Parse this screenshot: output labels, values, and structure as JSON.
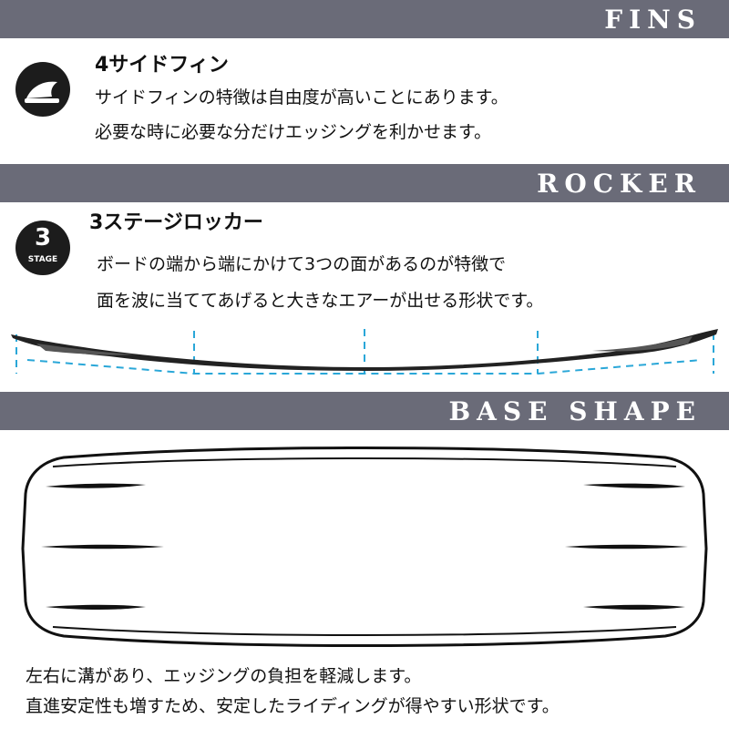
{
  "fins": {
    "section_title": "FINS",
    "heading": "4サイドフィン",
    "lines": [
      "サイドフィンの特徴は自由度が高いことにあります。",
      "必要な時に必要な分だけエッジングを利かせます。"
    ],
    "icon": "fin-icon"
  },
  "rocker": {
    "section_title": "ROCKER",
    "heading": "3ステージロッカー",
    "icon_number": "3",
    "icon_label": "STAGE",
    "lines": [
      "ボードの端から端にかけて3つの面があるのが特徴で",
      "面を波に当ててあげると大きなエアーが出せる形状です。"
    ],
    "guide_color": "#2aa7d8"
  },
  "base_shape": {
    "section_title": "BASE SHAPE",
    "lines": [
      "左右に溝があり、エッジングの負担を軽減します。",
      "直進安定性も増すため、安定したライディングが得やすい形状です。"
    ]
  },
  "colors": {
    "band": "#6a6b78",
    "band_text": "#ffffff",
    "icon_bg": "#1c1c1c",
    "text": "#111111"
  }
}
